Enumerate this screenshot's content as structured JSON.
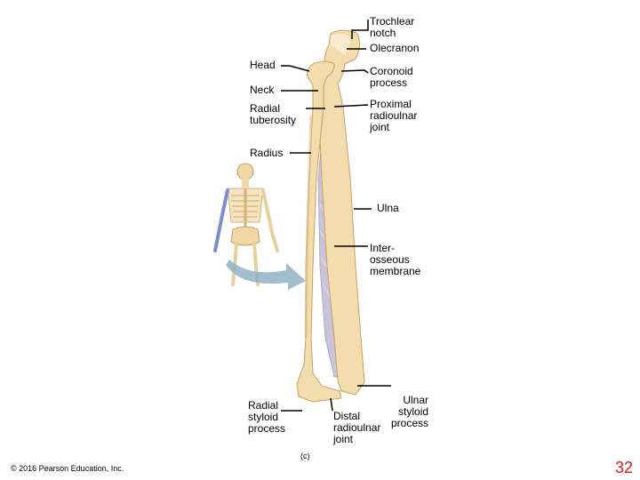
{
  "labels": {
    "trochlear_notch": "Trochlear\nnotch",
    "olecranon": "Olecranon",
    "head": "Head",
    "coronoid_process": "Coronoid\nprocess",
    "neck": "Neck",
    "radial_tuberosity": "Radial\ntuberosity",
    "proximal_radioulnar_joint": "Proximal\nradioulnar\njoint",
    "radius": "Radius",
    "ulna": "Ulna",
    "interosseous_membrane": "Inter-\nosseous\nmembrane",
    "ulnar_styloid_process": "Ulnar\nstyloid\nprocess",
    "radial_styloid_process": "Radial\nstyloid\nprocess",
    "distal_radioulnar_joint": "Distal\nradioulnar\njoint"
  },
  "caption": "(c)",
  "copyright": "© 2016 Pearson Education, Inc.",
  "page_number": "32",
  "colors": {
    "bone": "#f3dcae",
    "bone_shadow": "#dcbc84",
    "membrane": "#c9c3dc",
    "arrow": "#8fb3c6",
    "highlight_arm": "#7b8fd0",
    "page_number": "#e0181c"
  }
}
